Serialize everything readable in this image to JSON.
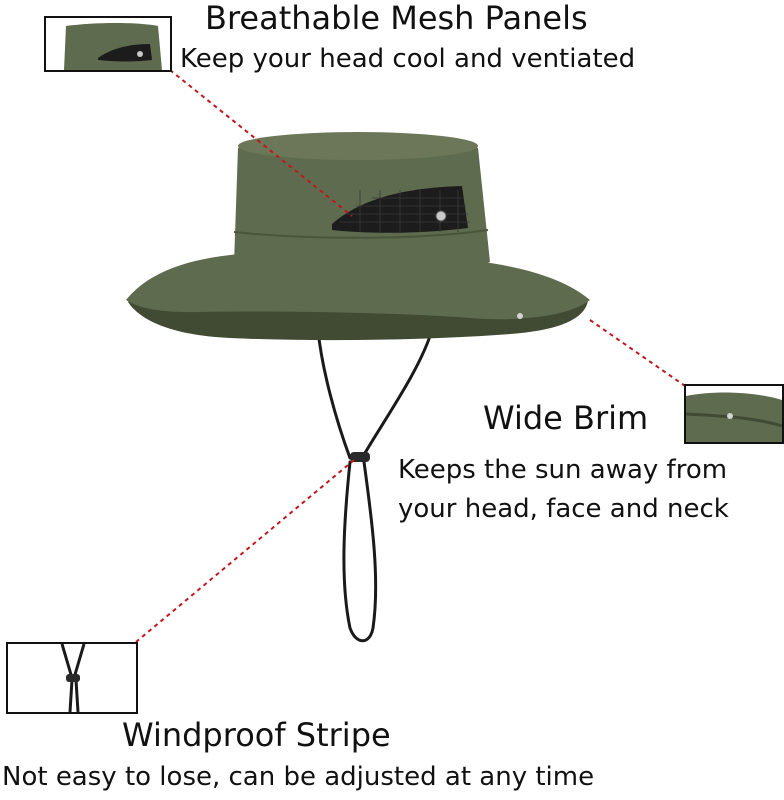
{
  "colors": {
    "hat_olive": "#5f6b4e",
    "hat_dark": "#414b34",
    "mesh": "#1c1c1c",
    "callout_line": "#c2161c",
    "cord": "#1a1a1a",
    "text": "#111111"
  },
  "features": [
    {
      "id": "mesh",
      "title": "Breathable Mesh Panels",
      "description": "Keep your head cool and ventiated"
    },
    {
      "id": "brim",
      "title": "Wide Brim",
      "description_line1": "Keeps the sun away from",
      "description_line2": "your head, face and neck"
    },
    {
      "id": "stripe",
      "title": "Windproof Stripe",
      "description": "Not easy to lose, can be adjusted at any time"
    }
  ]
}
